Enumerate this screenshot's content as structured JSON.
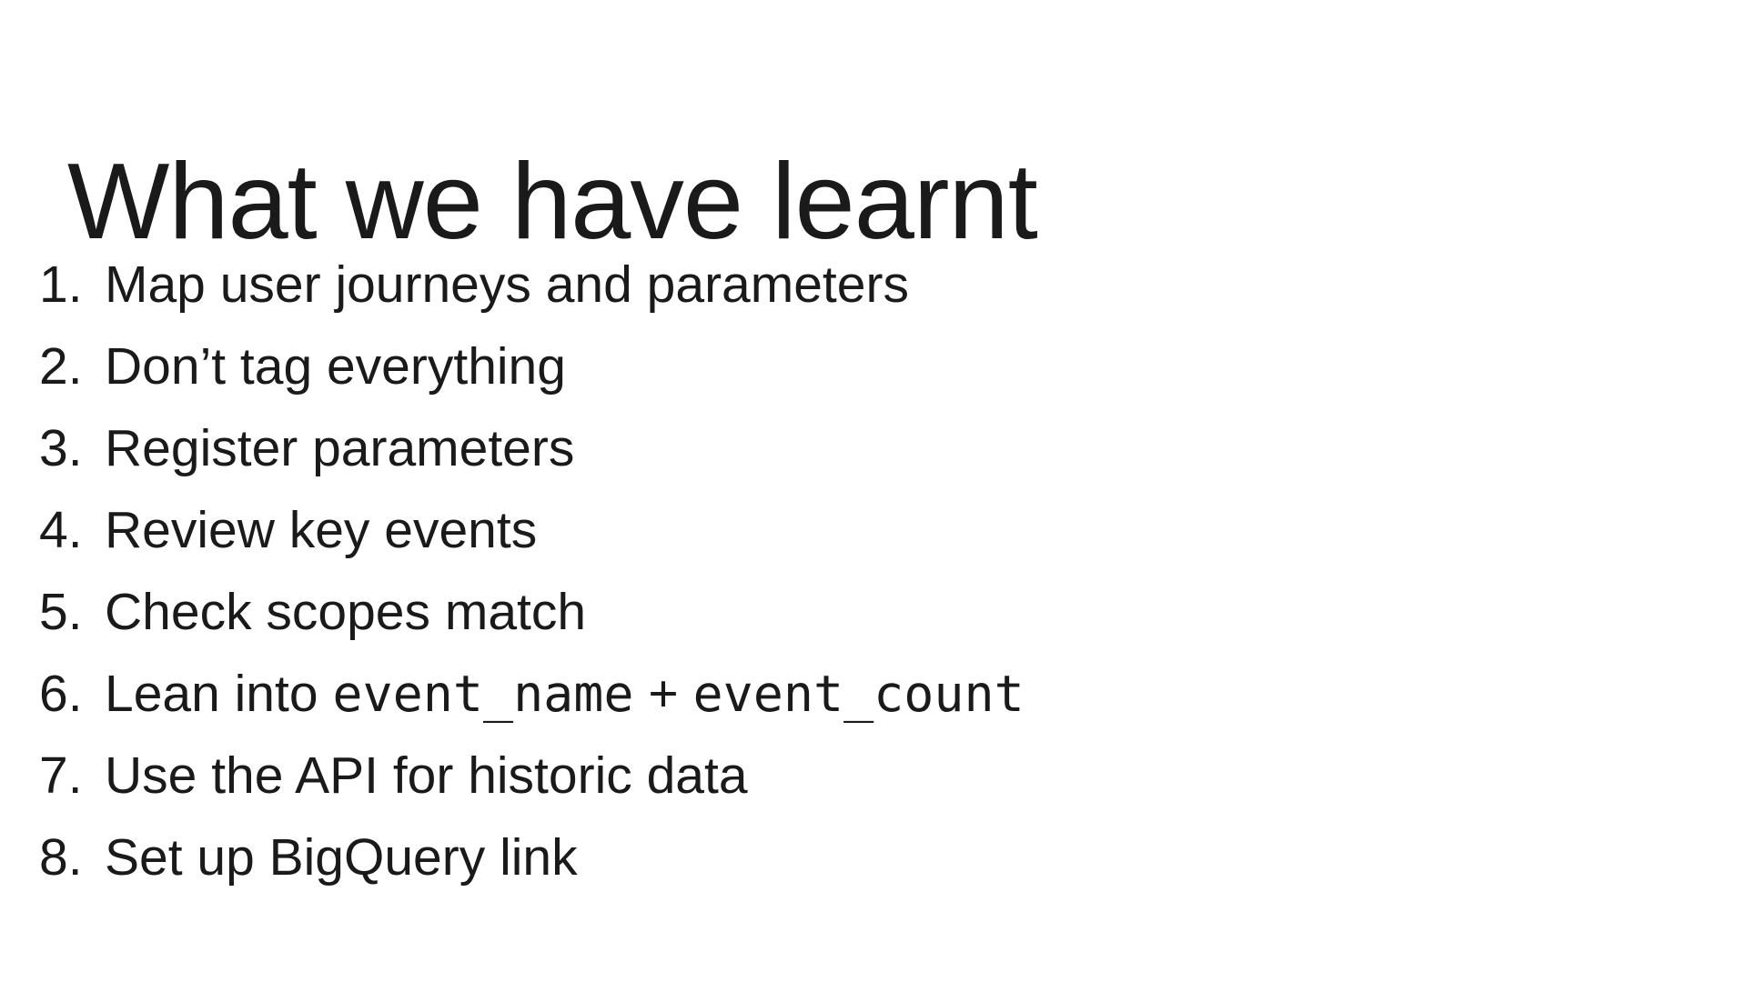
{
  "slide": {
    "background_color": "#ffffff",
    "text_color": "#1a1a1a",
    "title": "What we have learnt",
    "list": {
      "style": "ordered",
      "items": [
        {
          "number": "1.",
          "segments": [
            {
              "text": "Map user journeys and parameters",
              "style": "normal"
            }
          ]
        },
        {
          "number": "2.",
          "segments": [
            {
              "text": "Don’t tag everything",
              "style": "normal"
            }
          ]
        },
        {
          "number": "3.",
          "segments": [
            {
              "text": "Register parameters",
              "style": "normal"
            }
          ]
        },
        {
          "number": "4.",
          "segments": [
            {
              "text": "Review key events",
              "style": "normal"
            }
          ]
        },
        {
          "number": "5.",
          "segments": [
            {
              "text": "Check scopes match",
              "style": "normal"
            }
          ]
        },
        {
          "number": "6.",
          "segments": [
            {
              "text": "Lean into ",
              "style": "normal"
            },
            {
              "text": "event_name",
              "style": "code"
            },
            {
              "text": " + ",
              "style": "normal"
            },
            {
              "text": "event_count",
              "style": "code"
            }
          ]
        },
        {
          "number": "7.",
          "segments": [
            {
              "text": "Use the API for historic data",
              "style": "normal"
            }
          ]
        },
        {
          "number": "8.",
          "segments": [
            {
              "text": "Set up BigQuery link",
              "style": "normal"
            }
          ]
        }
      ]
    }
  }
}
